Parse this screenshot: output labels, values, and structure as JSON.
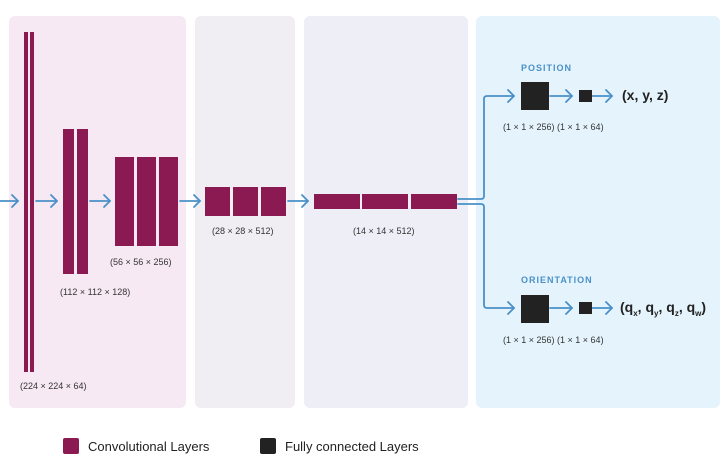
{
  "panels": [
    {
      "name": "conv-block-1-3",
      "color": "#f6e9f3"
    },
    {
      "name": "conv-block-4",
      "color": "#f0edf3"
    },
    {
      "name": "conv-block-5",
      "color": "#eeeef7"
    },
    {
      "name": "fc-heads",
      "color": "#e5f4fc"
    }
  ],
  "layers": {
    "l1": {
      "dims": "(224 × 224 × 64)"
    },
    "l2": {
      "dims": "(112 × 112 × 128)"
    },
    "l3": {
      "dims": "(56 × 56 × 256)"
    },
    "l4": {
      "dims": "(28 × 28 × 512)"
    },
    "l5": {
      "dims": "(14 × 14 × 512)"
    }
  },
  "heads": {
    "position": {
      "title": "POSITION",
      "fc_dims": "(1 × 1 × 256) (1 × 1 × 64)",
      "output": "(x, y, z)"
    },
    "orientation": {
      "title": "ORIENTATION",
      "fc_dims": "(1 × 1 × 256) (1 × 1 × 64)",
      "output_parts": [
        "(q",
        "x",
        ", q",
        "y",
        ", q",
        "z",
        ", q",
        "w",
        ")"
      ]
    }
  },
  "legend": {
    "conv": {
      "label": "Convolutional Layers",
      "color": "#8b1a52"
    },
    "fc": {
      "label": "Fully connected Layers",
      "color": "#222222"
    }
  },
  "colors": {
    "arrow": "#4a90c8"
  }
}
